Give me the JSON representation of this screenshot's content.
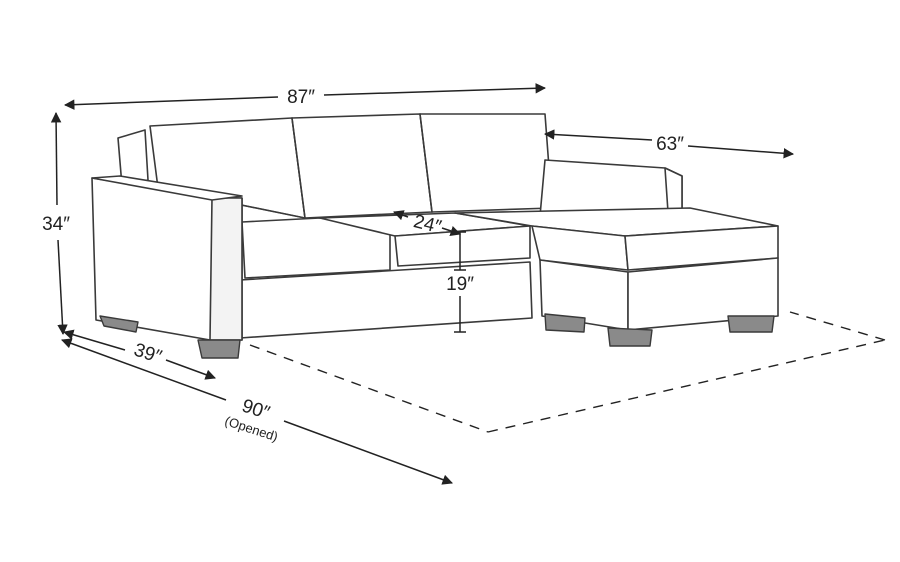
{
  "dimensions": {
    "overall_width": "87″",
    "chaise_length": "63″",
    "overall_height": "34″",
    "depth": "39″",
    "opened_depth": "90″",
    "opened_note": "(Opened)",
    "seat_depth": "24″",
    "seat_height": "19″"
  }
}
